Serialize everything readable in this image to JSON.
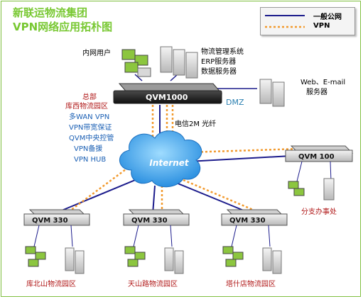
{
  "title": {
    "line1": "新联运物流集团",
    "line2": "VPN网络应用拓朴图"
  },
  "legend": {
    "items": [
      {
        "label": "一般公网",
        "color": "#1c1c8c",
        "style": "solid"
      },
      {
        "label": "VPN",
        "color": "#f29a2e",
        "style": "dashed"
      }
    ]
  },
  "hq": {
    "device": "QVM1000",
    "lan_label": "内网用户",
    "servers": [
      "物流管理系统",
      "ERP服务器",
      "数据服务器"
    ],
    "dmz_label": "DMZ",
    "web_server": [
      "Web、E-mail",
      "服务器"
    ],
    "name": [
      "总部",
      "库西物流园区"
    ],
    "features": [
      "多WAN VPN",
      "VPN带宽保证",
      "QVM中央控管",
      "VPN备援",
      "VPN HUB"
    ],
    "uplink": "电信2M 光纤"
  },
  "cloud_label": "Internet",
  "branches": [
    {
      "device": "QVM 100",
      "name": "分支办事处"
    },
    {
      "device": "QVM 330",
      "name": "库北山物流园区"
    },
    {
      "device": "QVM 330",
      "name": "天山路物流园区"
    },
    {
      "device": "QVM 330",
      "name": "塔什店物流园区"
    }
  ]
}
